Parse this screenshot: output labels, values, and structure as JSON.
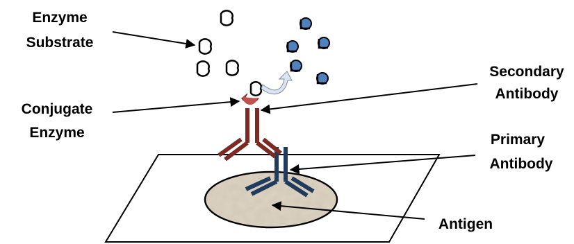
{
  "labels": {
    "enzyme_substrate_line1": "Enzyme",
    "enzyme_substrate_line2": "Substrate",
    "conjugate_enzyme_line1": "Conjugate",
    "conjugate_enzyme_line2": "Enzyme",
    "secondary_antibody_line1": "Secondary",
    "secondary_antibody_line2": "Antibody",
    "primary_antibody_line1": "Primary",
    "primary_antibody_line2": "Antibody",
    "antigen": "Antigen"
  },
  "colors": {
    "secondary_antibody": "#7b2a24",
    "primary_antibody": "#1f3b5e",
    "conjugate_enzyme": "#c0504d",
    "product": "#4f81bd",
    "antigen_fill": "#ddd3c1",
    "conversion_arrow": "#dbe5f1"
  }
}
